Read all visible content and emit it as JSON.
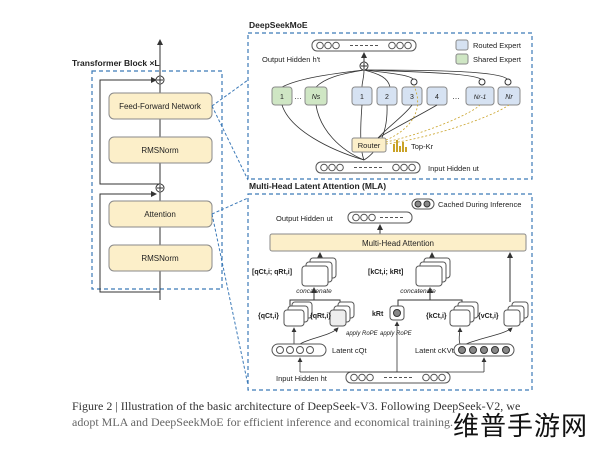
{
  "colors": {
    "routed_fill": "#d6e2f2",
    "shared_fill": "#cfe6c4",
    "module_fill": "#fcefc9",
    "dashed_border": "#3c7ab8",
    "arrow": "#333333"
  },
  "transformer": {
    "title": "Transformer Block ×L",
    "ffn": "Feed-Forward Network",
    "norm1": "RMSNorm",
    "attention": "Attention",
    "norm2": "RMSNorm"
  },
  "moe": {
    "title": "DeepSeekMoE",
    "output_hidden": "Output Hidden h′t",
    "input_hidden": "Input Hidden ut",
    "router": "Router",
    "topk": "Top-Kr",
    "legend": {
      "routed": "Routed Expert",
      "shared": "Shared Expert"
    },
    "shared_experts": [
      "1",
      "Ns"
    ],
    "routed_experts": [
      "1",
      "2",
      "3",
      "4",
      "Nr-1",
      "Nr"
    ],
    "ellipsis": "…"
  },
  "mla": {
    "title": "Multi-Head Latent Attention (MLA)",
    "cached": "Cached During Inference",
    "output_hidden": "Output Hidden ut",
    "mha": "Multi-Head Attention",
    "q_concat_label": "[qCt,i; qRt,i]",
    "k_concat_label": "[kCt,i; kRt]",
    "concatenate": "concatenate",
    "qc": "{qCt,i}",
    "qr": "{qRt,i}",
    "kr": "kRt",
    "kc": "{kCt,i}",
    "vc": "{vCt,i}",
    "apply_rope": "apply RoPE",
    "latent_q": "Latent cQt",
    "latent_kv": "Latent cKVt",
    "input_hidden": "Input Hidden ht"
  },
  "caption": {
    "line1": "Figure 2 | Illustration of the basic architecture of DeepSeek-V3. Following DeepSeek-V2, we",
    "line2": "adopt MLA and DeepSeekMoE for efficient inference and economical training."
  },
  "watermark": "维普手游网"
}
